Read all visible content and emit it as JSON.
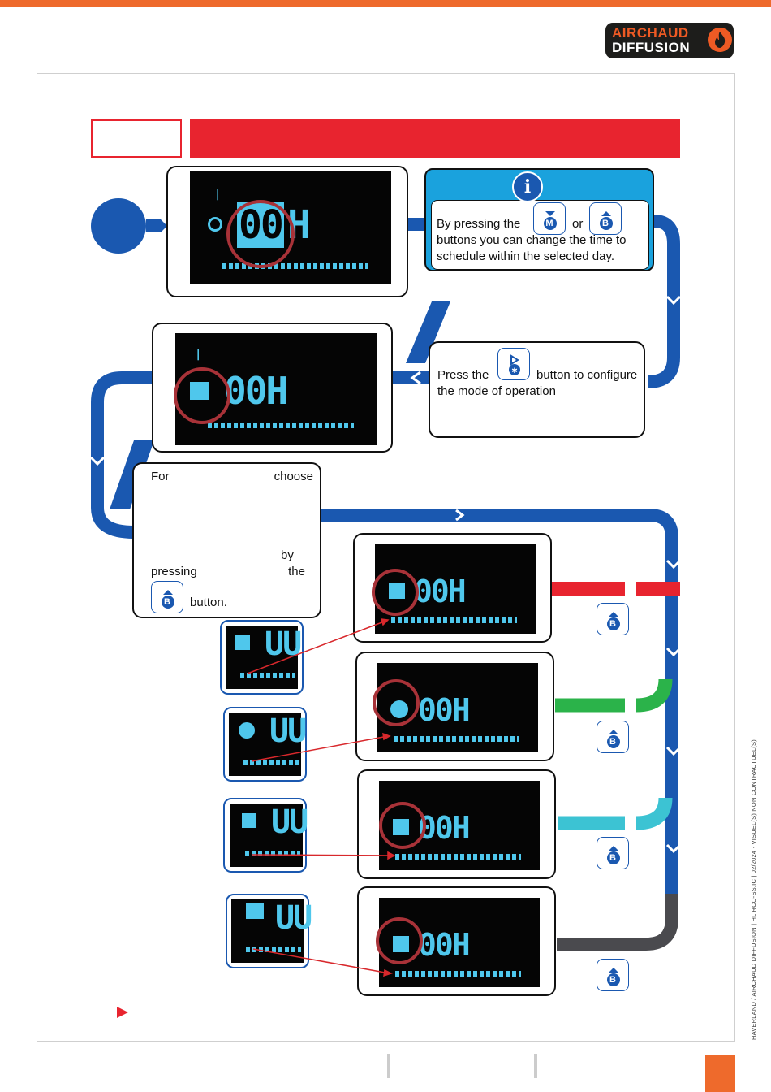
{
  "brand": {
    "line1": "AIRCHAUD",
    "line2": "DIFFUSION"
  },
  "info_box": {
    "text_before": "By pressing the",
    "text_or": "or",
    "text_after": "buttons you can change the time to schedule within the selected day."
  },
  "press_box": {
    "text_before": "Press the",
    "text_after": "button to configure the mode of operation"
  },
  "for_box": {
    "w1": "For",
    "w2": "choose",
    "w3": "by",
    "w4": "pressing",
    "w5": "the",
    "w6": "button."
  },
  "buttons": {
    "m_letter": "M",
    "b_letter": "B"
  },
  "lcd": {
    "hour_00": "00",
    "hour_unit": "H",
    "time_00h": "00H",
    "partial": "UU",
    "cursor": "|"
  },
  "footer": {
    "side_note": "HAVERLAND / AIRCHAUD DIFFUSION | HL RCO-SS.IC | 02/2024 - VISUEL(S) NON CONTRACTUEL(S)"
  },
  "colors": {
    "accent_orange": "#ee6a2c",
    "header_red": "#e8242f",
    "flow_blue": "#1a58b0",
    "lcd_cyan": "#4fc7ec",
    "ring_red": "#a83238",
    "mode_comfort": "#e8242f",
    "mode_eco": "#2bb34a",
    "mode_frost": "#3cc3d3",
    "mode_off": "#4a4a4e"
  },
  "icons": [
    "flame-logo-icon",
    "info-icon",
    "power-icon",
    "mode-button-icon",
    "sun-comfort-icon",
    "moon-eco-icon",
    "snowflake-frost-icon",
    "standby-icon",
    "play-triangle-icon"
  ]
}
